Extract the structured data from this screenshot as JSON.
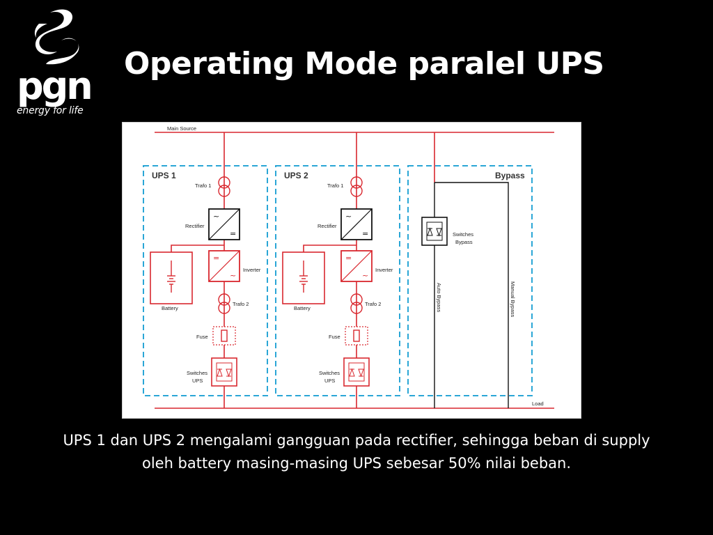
{
  "logo": {
    "wordmark": "pgn",
    "tagline": "energy for life"
  },
  "title": "Operating Mode paralel UPS",
  "diagram": {
    "main_source": "Main Source",
    "load": "Load",
    "ups1": {
      "title": "UPS 1",
      "trafo1": "Trafo 1",
      "rectifier": "Rectifier",
      "inverter": "Inverter",
      "battery": "Battery",
      "trafo2": "Trafo 2",
      "fuse": "Fuse",
      "switches_line1": "Switches",
      "switches_line2": "UPS"
    },
    "ups2": {
      "title": "UPS 2",
      "trafo1": "Trafo 1",
      "rectifier": "Rectifier",
      "inverter": "Inverter",
      "battery": "Battery",
      "trafo2": "Trafo 2",
      "fuse": "Fuse",
      "switches_line1": "Switches",
      "switches_line2": "UPS"
    },
    "bypass": {
      "title": "Bypass",
      "switches_line1": "Switches",
      "switches_line2": "Bypass",
      "auto_bypass": "Auto Bypass",
      "manual_bypass": "Manual Bypass"
    },
    "colors": {
      "power_line": "#d9272e",
      "box_border": "#2aa6d6",
      "bypass_line": "#111111"
    }
  },
  "caption": {
    "line1": "UPS 1 dan UPS 2 mengalami gangguan pada rectifier, sehingga beban di supply",
    "line2": "oleh battery masing-masing UPS sebesar 50% nilai beban."
  }
}
